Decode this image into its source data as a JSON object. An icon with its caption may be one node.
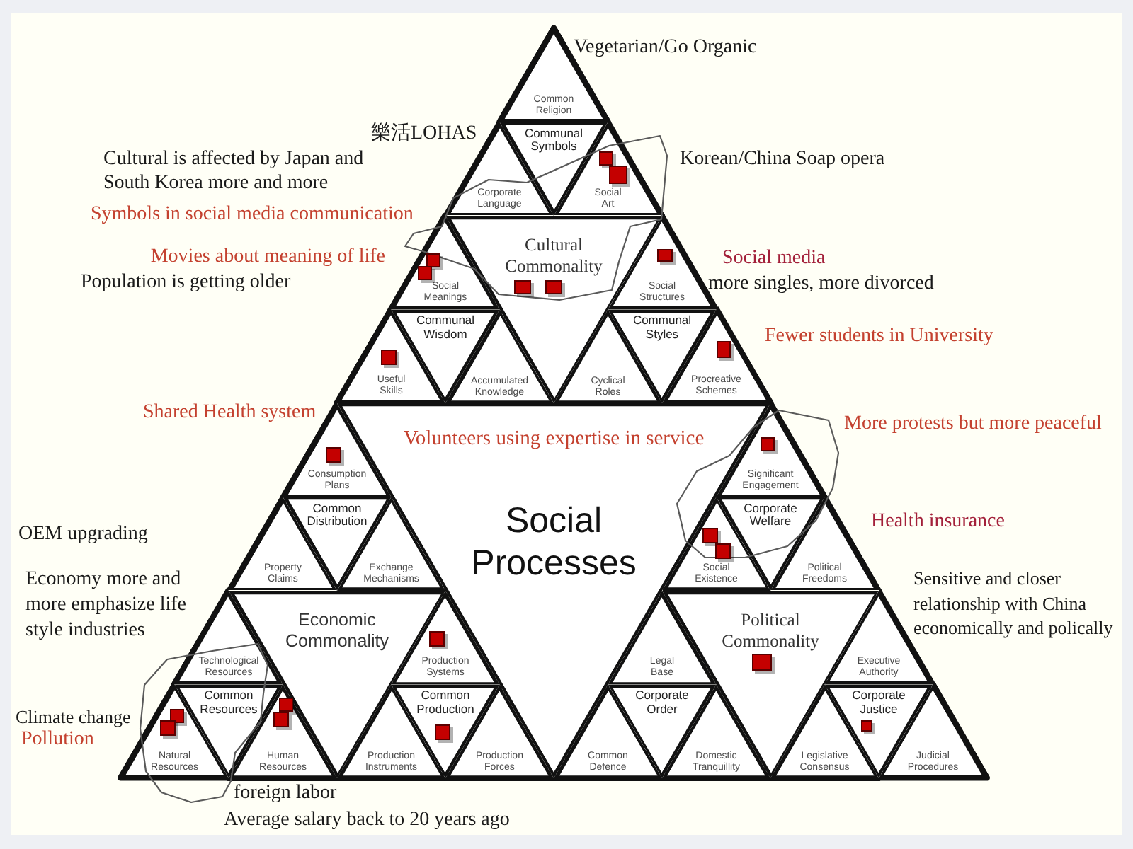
{
  "diagram": {
    "nodes": [
      {
        "text": [
          "Common Religion"
        ]
      },
      {
        "text": [
          "Corporate Language"
        ]
      },
      {
        "text": [
          "Communal Symbols"
        ]
      },
      {
        "text": [
          "Social Art"
        ]
      },
      {
        "text": [
          "Cultural Commonality"
        ]
      },
      {
        "text": [
          "Social Meanings"
        ]
      },
      {
        "text": [
          "Social Structures"
        ]
      },
      {
        "text": [
          "Communal Wisdom"
        ]
      },
      {
        "text": [
          "Communal Styles"
        ]
      },
      {
        "text": [
          "Useful Skills"
        ]
      },
      {
        "text": [
          "Accumulated Knowledge"
        ]
      },
      {
        "text": [
          "Cyclical Roles"
        ]
      },
      {
        "text": [
          "Procreative Schemes"
        ]
      },
      {
        "text": [
          "Volunteers using expertise in service",
          "Social Processes"
        ]
      },
      {
        "text": [
          "Consumption Plans"
        ]
      },
      {
        "text": [
          "Significant Engagement"
        ]
      },
      {
        "text": [
          "Common Distribution"
        ]
      },
      {
        "text": [
          "Corporate Welfare"
        ]
      },
      {
        "text": [
          "Property Claims"
        ]
      },
      {
        "text": [
          "Exchange Mechanisms"
        ]
      },
      {
        "text": [
          "Social Existence"
        ]
      },
      {
        "text": [
          "Political Freedoms"
        ]
      },
      {
        "text": [
          "Economic Commonality"
        ]
      },
      {
        "text": [
          "Political Commonality"
        ]
      },
      {
        "text": [
          "Technological Resources"
        ]
      },
      {
        "text": [
          "Production Systems"
        ]
      },
      {
        "text": [
          "Legal Base"
        ]
      },
      {
        "text": [
          "Executive Authority"
        ]
      },
      {
        "text": [
          "Common Resources"
        ]
      },
      {
        "text": [
          "Common Production"
        ]
      },
      {
        "text": [
          "Corporate Order"
        ]
      },
      {
        "text": [
          "Corporate Justice"
        ]
      },
      {
        "text": [
          "Natural Resources"
        ]
      },
      {
        "text": [
          "Human Resources"
        ]
      },
      {
        "text": [
          "Production Instruments"
        ]
      },
      {
        "text": [
          "Production Forces"
        ]
      },
      {
        "text": [
          "Common Defence"
        ]
      },
      {
        "text": [
          "Domestic Tranquillity"
        ]
      },
      {
        "text": [
          "Legislative Consensus"
        ]
      },
      {
        "text": [
          "Judicial Procedures"
        ]
      }
    ],
    "labels": [
      "Vegetarian/Go Organic",
      "樂活LOHAS",
      "Cultural is affected by Japan and South Korea more and more",
      "Korean/China Soap opera",
      "Symbols in social media communication",
      "Movies about meaning of life",
      "Social media",
      "Population is getting older",
      "more singles, more divorced",
      "Fewer students in University",
      "Shared Health system",
      "More protests but more peaceful",
      "Health insurance",
      "OEM upgrading",
      "Economy more and more emphasize life style industries",
      "Sensitive and closer relationship with China economically and polically",
      "Climate change",
      "Pollution",
      "foreign labor",
      "Average salary back to 20 years ago"
    ]
  }
}
